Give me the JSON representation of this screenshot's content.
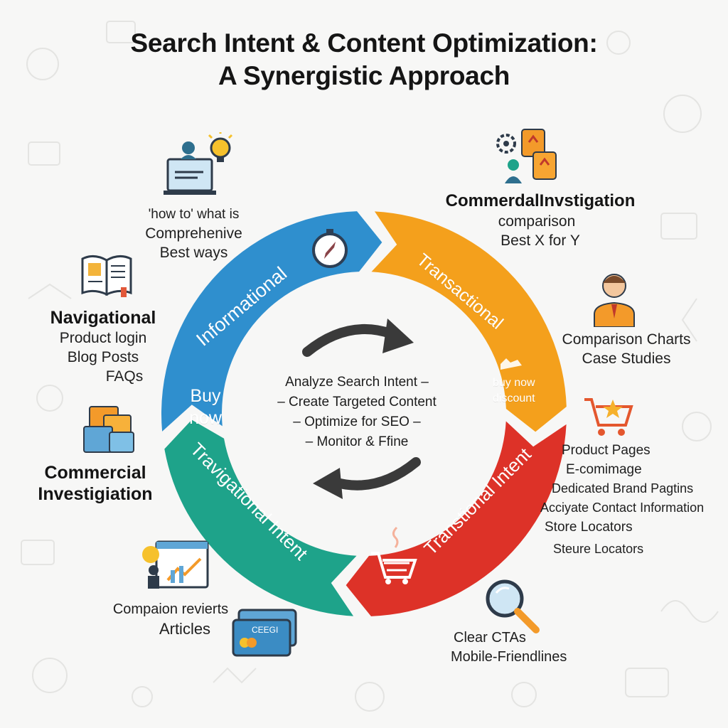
{
  "title": {
    "line1": "Search Intent & Content Optimization:",
    "line2": "A Synergistic Approach"
  },
  "ring": {
    "segments": [
      {
        "name": "informational",
        "label": "Informational",
        "color": "#2f8fce"
      },
      {
        "name": "transactional",
        "label": "Transactional",
        "color": "#f4a01c"
      },
      {
        "name": "transitional-intent",
        "label": "Transtional Intent",
        "color": "#dd3228"
      },
      {
        "name": "navigational-intent",
        "label": "Travigational Intent",
        "color": "#1ea38a"
      }
    ],
    "inner_labels": {
      "buy_now": "Buy now",
      "buy_now_small": "buy now",
      "discount": "discount"
    },
    "accent_colors": {
      "arrows": "#3a3a3a"
    }
  },
  "center": {
    "lines": [
      "Analyze Search Intent –",
      "– Create Targeted Content",
      "– Optimize for SEO –",
      "– Monitor & Ffine"
    ]
  },
  "left": {
    "informational_lines": [
      "'how to' what is",
      "Comprehenive",
      "Best ways"
    ],
    "navigational": {
      "heading": "Navigational",
      "lines": [
        "Product login",
        "Blog Posts",
        "FAQs"
      ]
    },
    "commercial": {
      "heading_line1": "Commercial",
      "heading_line2": "Investigiation"
    },
    "bottom_lines": [
      "Compaion revierts",
      "Articles"
    ]
  },
  "right": {
    "commercial_investigation": {
      "heading": "CommerdalInvstigation",
      "lines": [
        "comparison",
        "Best X for Y"
      ]
    },
    "comparison_lines": [
      "Comparison Charts",
      "Case Studies"
    ],
    "product_lines": [
      "Product Pages",
      "E-comimage",
      "Dedicated Brand Pagtins",
      "Acciyate Contact Information",
      "Store Locators",
      "Steure Locators"
    ],
    "cta_lines": [
      "Clear CTAs",
      "Mobile-Friendlines"
    ]
  },
  "icons": [
    "person-laptop-lightbulb-icon",
    "open-book-icon",
    "stacked-folders-icon",
    "analytics-dashboard-icon",
    "credit-card-icon",
    "gears-products-icon",
    "businessman-icon",
    "shopping-cart-star-icon",
    "magnifier-icon",
    "compass-icon",
    "red-cart-icon",
    "cycle-arrows-icon"
  ],
  "card_text": "CEEGI"
}
